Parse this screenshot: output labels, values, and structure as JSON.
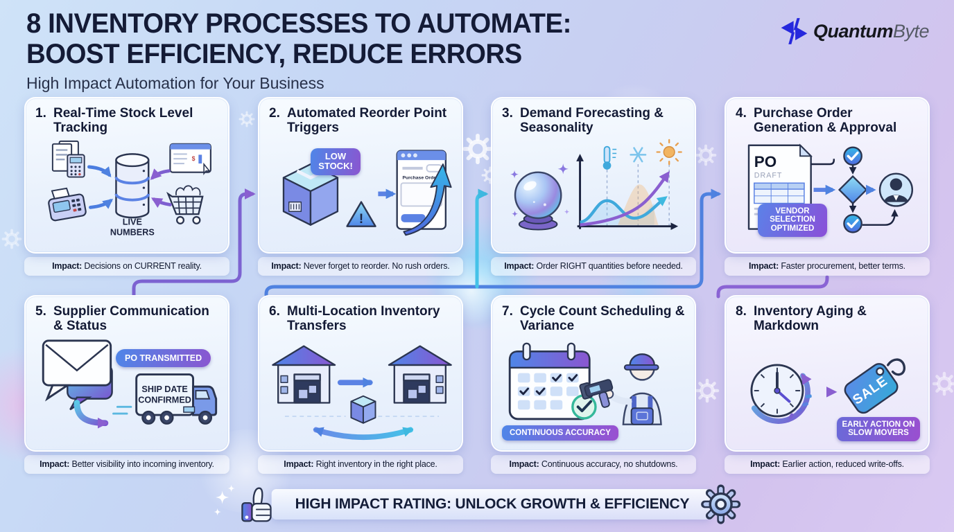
{
  "header": {
    "title_line1": "8 INVENTORY PROCESSES TO AUTOMATE:",
    "title_line2": "BOOST EFFICIENCY, REDUCE ERRORS",
    "subtitle": "High Impact Automation for Your Business"
  },
  "logo": {
    "name_bold": "Quantum",
    "name_light": "Byte"
  },
  "impact_label": "Impact:",
  "cards": [
    {
      "number": "1.",
      "title": "Real-Time Stock Level Tracking",
      "impact": "Decisions on CURRENT reality.",
      "labels": {
        "live1": "LIVE",
        "live2": "NUMBERS"
      }
    },
    {
      "number": "2.",
      "title": "Automated Reorder Point Triggers",
      "impact": "Never forget to reorder. No rush orders.",
      "labels": {
        "low_stock": "LOW STOCK!",
        "po_window": "Purchase Order"
      }
    },
    {
      "number": "3.",
      "title": "Demand Forecasting & Seasonality",
      "impact": "Order RIGHT quantities before needed.",
      "labels": {}
    },
    {
      "number": "4.",
      "title": "Purchase Order Generation & Approval",
      "impact": "Faster procurement, better terms.",
      "labels": {
        "po": "PO",
        "draft": "DRAFT",
        "badge": "VENDOR SELECTION OPTIMIZED"
      }
    },
    {
      "number": "5.",
      "title": "Supplier Communication & Status",
      "impact": "Better visibility into incoming inventory.",
      "labels": {
        "badge": "PO TRANSMITTED",
        "ship1": "SHIP DATE",
        "ship2": "CONFIRMED"
      }
    },
    {
      "number": "6.",
      "title": "Multi-Location Inventory Transfers",
      "impact": "Right inventory in the right place.",
      "labels": {}
    },
    {
      "number": "7.",
      "title": "Cycle Count Scheduling & Variance",
      "impact": "Continuous accuracy, no shutdowns.",
      "labels": {
        "badge": "CONTINUOUS ACCURACY"
      }
    },
    {
      "number": "8.",
      "title": "Inventory Aging & Markdown",
      "impact": "Earlier action, reduced write-offs.",
      "labels": {
        "tag": "SALE",
        "badge": "EARLY ACTION ON SLOW MOVERS"
      }
    }
  ],
  "banner": {
    "text": "HIGH IMPACT RATING: UNLOCK GROWTH & EFFICIENCY"
  },
  "colors": {
    "accent_blue": "#4f82e0",
    "accent_purple": "#8a5fd0",
    "dark_navy": "#141b36"
  }
}
